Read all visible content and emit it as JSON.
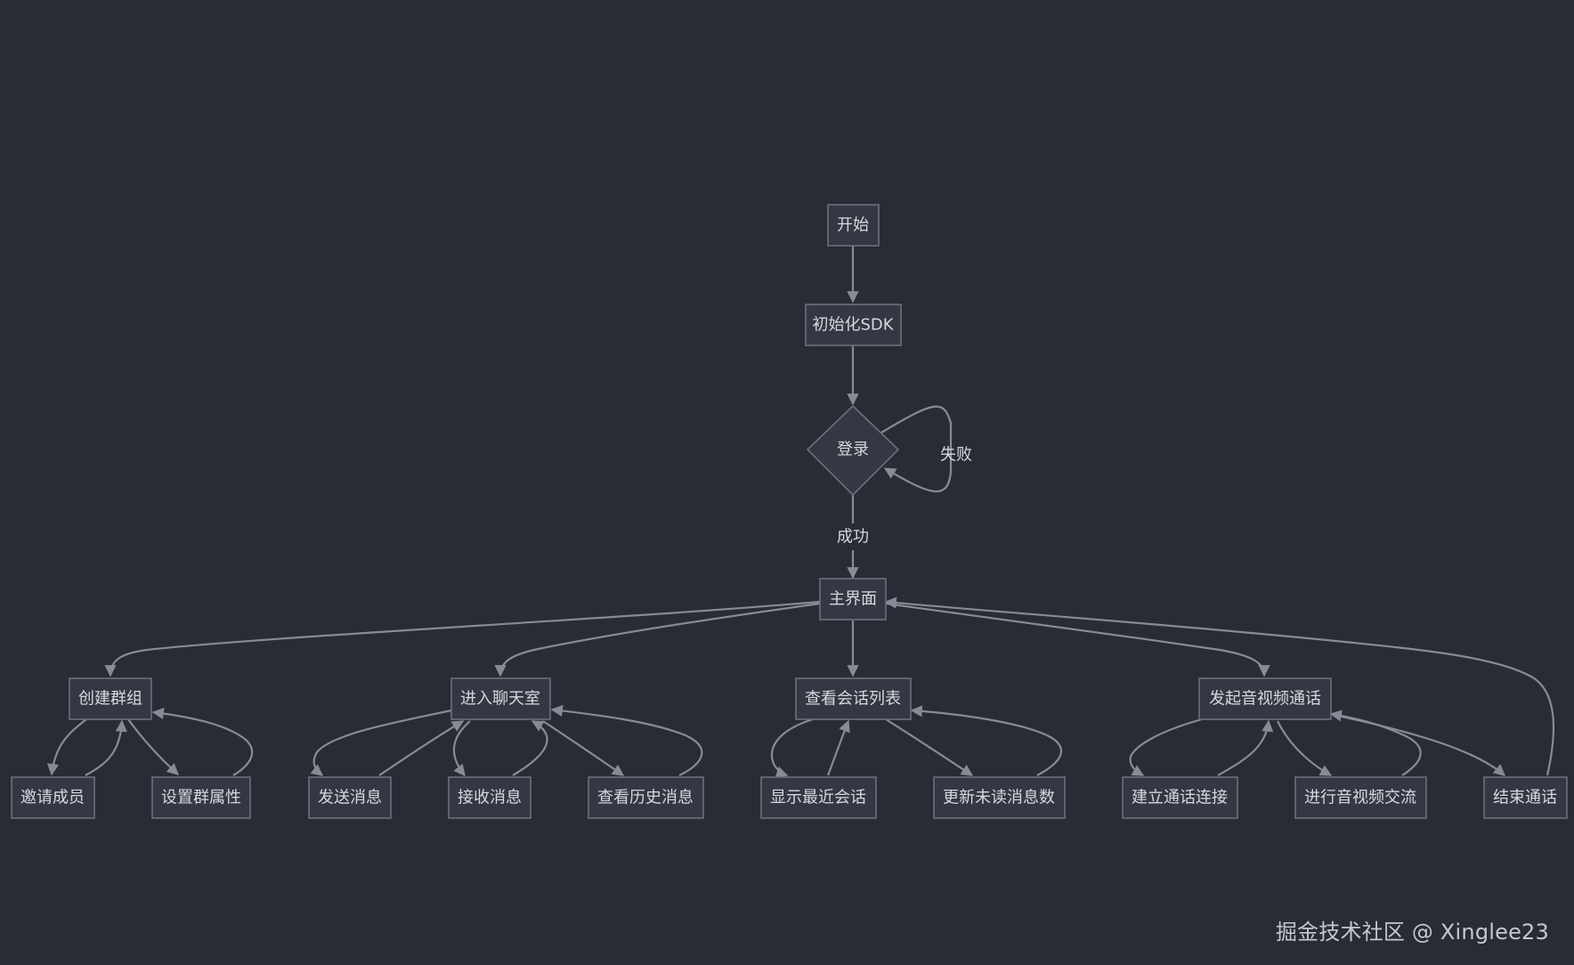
{
  "nodes": {
    "start": "开始",
    "init_sdk": "初始化SDK",
    "login": "登录",
    "main": "主界面",
    "create_group": "创建群组",
    "enter_chatroom": "进入聊天室",
    "view_sessions": "查看会话列表",
    "start_call": "发起音视频通话",
    "invite_members": "邀请成员",
    "set_group_attrs": "设置群属性",
    "send_message": "发送消息",
    "receive_message": "接收消息",
    "view_history": "查看历史消息",
    "show_recent": "显示最近会话",
    "update_unread": "更新未读消息数",
    "establish_connection": "建立通话连接",
    "av_exchange": "进行音视频交流",
    "end_call": "结束通话"
  },
  "edge_labels": {
    "fail": "失败",
    "success": "成功"
  },
  "watermark": "掘金技术社区 @ Xinglee23",
  "colors": {
    "background": "#292c35",
    "node_fill": "#343844",
    "node_border": "#6b707c",
    "edge": "#878b96",
    "text": "#d6d8dd"
  }
}
